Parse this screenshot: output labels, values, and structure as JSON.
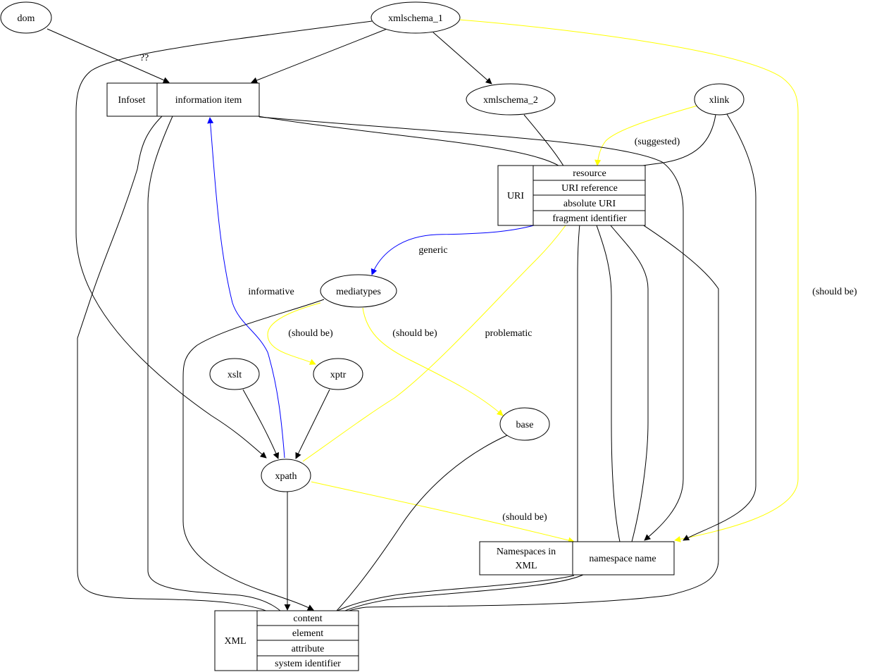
{
  "nodes": {
    "dom": "dom",
    "xmlschema_1": "xmlschema_1",
    "xmlschema_2": "xmlschema_2",
    "xlink": "xlink",
    "mediatypes": "mediatypes",
    "xslt": "xslt",
    "xptr": "xptr",
    "xpath": "xpath",
    "base": "base"
  },
  "records": {
    "infoset": {
      "title": "Infoset",
      "fields": [
        "information item"
      ]
    },
    "uri": {
      "title": "URI",
      "fields": [
        "resource",
        "URI reference",
        "absolute URI",
        "fragment identifier"
      ]
    },
    "namespaces": {
      "title_line1": "Namespaces in",
      "title_line2": "XML",
      "fields": [
        "namespace name"
      ]
    },
    "xml": {
      "title": "XML",
      "fields": [
        "content",
        "element",
        "attribute",
        "system identifier"
      ]
    }
  },
  "edge_labels": {
    "dom_infoset": "??",
    "xlink_suggested": "(suggested)",
    "uri_generic": "generic",
    "xpath_informative": "informative",
    "mediatypes_xptr": "(should be)",
    "mediatypes_base": "(should be)",
    "xpath_problematic": "problematic",
    "xmlschema1_namespaces": "(should be)",
    "xpath_namespaces": "(should be)"
  },
  "colors": {
    "default": "#000000",
    "should_be": "#ffff00",
    "informative": "#0000ff",
    "generic": "#0000ff"
  }
}
